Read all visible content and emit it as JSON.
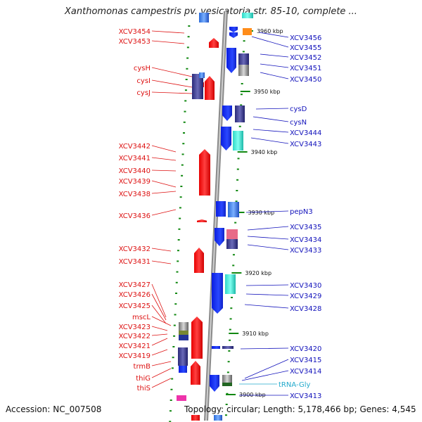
{
  "title": "Xanthomonas campestris pv. vesicatoria str. 85-10, complete ...",
  "footer": {
    "accession": "Accession: NC_007508",
    "topology": "Topology: circular; Length: 5,178,466 bp; Genes: 4,545"
  },
  "kbp_labels": [
    "3960 kbp",
    "3950 kbp",
    "3940 kbp",
    "3930 kbp",
    "3920 kbp",
    "3910 kbp",
    "3900 kbp"
  ],
  "left_labels": [
    "XCV3454",
    "XCV3453",
    "cysH",
    "cysI",
    "cysJ",
    "XCV3442",
    "XCV3441",
    "XCV3440",
    "XCV3439",
    "XCV3438",
    "XCV3436",
    "XCV3432",
    "XCV3431",
    "XCV3427",
    "XCV3426",
    "XCV3425",
    "mscL",
    "XCV3423",
    "XCV3422",
    "XCV3421",
    "XCV3419",
    "trmB",
    "thiG",
    "thiS"
  ],
  "right_labels": [
    "XCV3456",
    "XCV3455",
    "XCV3452",
    "XCV3451",
    "XCV3450",
    "cysD",
    "cysN",
    "XCV3444",
    "XCV3443",
    "pepN3",
    "XCV3435",
    "XCV3434",
    "XCV3433",
    "XCV3430",
    "XCV3429",
    "XCV3428",
    "XCV3420",
    "XCV3415",
    "XCV3414",
    "tRNA-Gly",
    "XCV3413"
  ],
  "colors": {
    "forward_strand": "#ee1111",
    "reverse_strand": "#1133ee",
    "ticks": "#118811",
    "backbone": "#888888"
  }
}
